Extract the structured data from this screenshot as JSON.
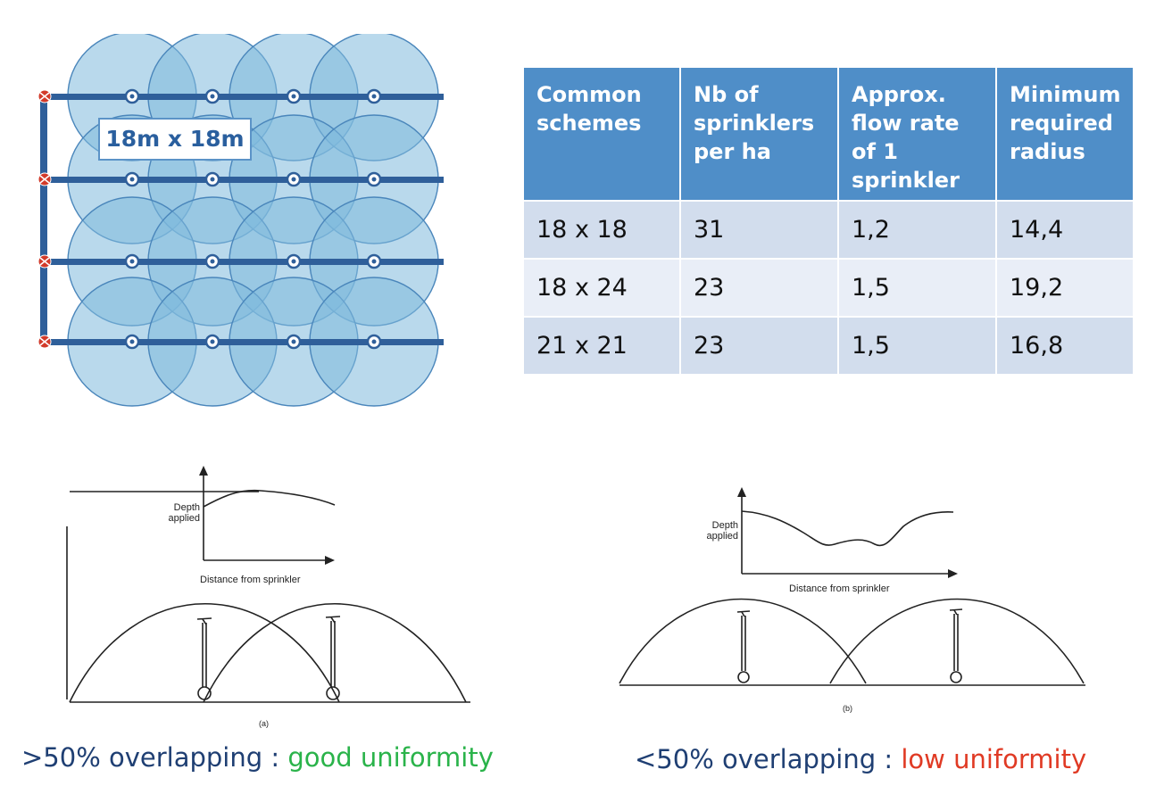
{
  "layout": {
    "spacing_label": "18m x 18m",
    "colors": {
      "circle_fill": "#7fbadd",
      "lateral": "#2f5f9a",
      "valve": "#d23a2a"
    }
  },
  "table": {
    "headers": [
      "Common schemes",
      "Nb of sprinklers per ha",
      "Approx. flow rate of 1 sprinkler",
      "Minimum required radius"
    ],
    "rows": [
      [
        "18 x 18",
        "31",
        "1,2",
        "14,4"
      ],
      [
        "18 x 24",
        "23",
        "1,5",
        "19,2"
      ],
      [
        "21 x 21",
        "23",
        "1,5",
        "16,8"
      ]
    ]
  },
  "diagram_a": {
    "ylabel": "Depth applied",
    "xlabel": "Distance from sprinkler",
    "sublabel": "(a)"
  },
  "diagram_b": {
    "ylabel": "Depth applied",
    "xlabel": "Distance from sprinkler",
    "sublabel": "(b)"
  },
  "captions": {
    "left_prefix": ">50% overlapping : ",
    "left_highlight": "good uniformity",
    "right_prefix": "<50% overlapping : ",
    "right_highlight": "low uniformity"
  }
}
